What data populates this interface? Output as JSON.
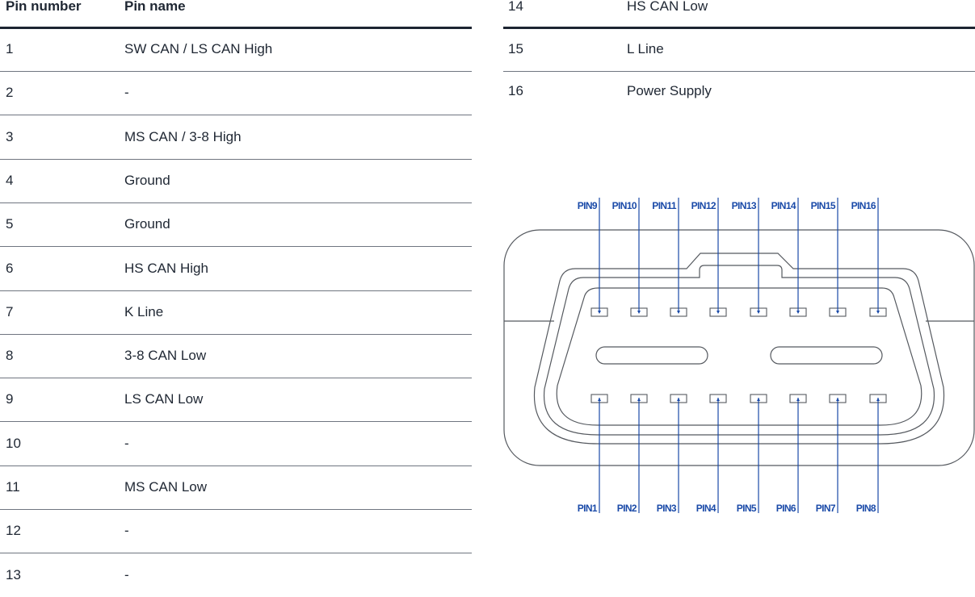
{
  "table_left": {
    "headers": {
      "pin_number": "Pin number",
      "pin_name": "Pin name"
    },
    "rows": [
      {
        "num": "1",
        "name": "SW CAN / LS CAN High"
      },
      {
        "num": "2",
        "name": "-"
      },
      {
        "num": "3",
        "name": "MS CAN / 3-8 High"
      },
      {
        "num": "4",
        "name": "Ground"
      },
      {
        "num": "5",
        "name": "Ground"
      },
      {
        "num": "6",
        "name": "HS CAN High"
      },
      {
        "num": "7",
        "name": "K Line"
      },
      {
        "num": "8",
        "name": "3-8 CAN Low"
      },
      {
        "num": "9",
        "name": "LS CAN Low"
      },
      {
        "num": "10",
        "name": "-"
      },
      {
        "num": "11",
        "name": "MS CAN Low"
      },
      {
        "num": "12",
        "name": "-"
      },
      {
        "num": "13",
        "name": "-"
      }
    ]
  },
  "table_right": {
    "header_row": {
      "num": "14",
      "name": "HS CAN Low"
    },
    "rows": [
      {
        "num": "15",
        "name": "L Line"
      },
      {
        "num": "16",
        "name": "Power Supply"
      }
    ]
  },
  "diagram": {
    "top_labels": [
      "PIN9",
      "PIN10",
      "PIN11",
      "PIN12",
      "PIN13",
      "PIN14",
      "PIN15",
      "PIN16"
    ],
    "bottom_labels": [
      "PIN1",
      "PIN2",
      "PIN3",
      "PIN4",
      "PIN5",
      "PIN6",
      "PIN7",
      "PIN8"
    ],
    "label_color": "#1a4aa8",
    "outline_color": "#55595f"
  }
}
